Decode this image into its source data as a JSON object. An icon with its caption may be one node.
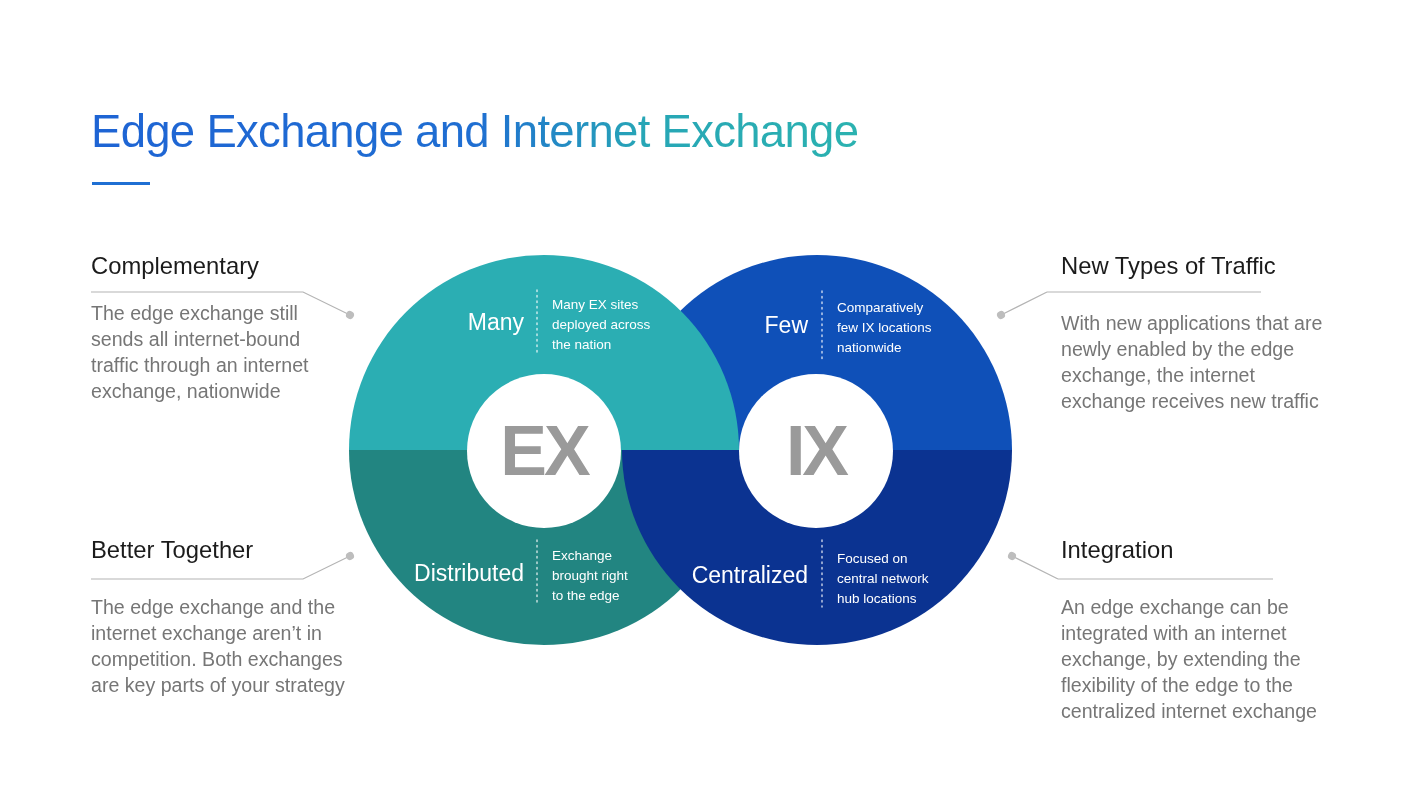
{
  "diagram": {
    "title": "Edge Exchange and Internet Exchange",
    "nodes": [
      {
        "text": [
          "Complementary",
          "The edge exchange still sends all internet-bound traffic through an internet exchange, nationwide"
        ]
      },
      {
        "text": [
          "Many",
          "Many EX sites deployed across the nation"
        ]
      },
      {
        "text": [
          "Few",
          "Comparatively few IX locations nationwide"
        ]
      },
      {
        "text": [
          "New Types of Traffic",
          "With new applications that are newly enabled by the edge exchange, the internet exchange receives new traffic"
        ]
      },
      {
        "text": [
          "EX"
        ]
      },
      {
        "text": [
          "IX"
        ]
      },
      {
        "text": [
          "Better Together",
          "The edge exchange and the internet exchange aren’t in competition. Both exchanges are key parts of your strategy"
        ]
      },
      {
        "text": [
          "Distributed",
          "Exchange brought right to the edge"
        ]
      },
      {
        "text": [
          "Centralized",
          "Focused on central network hub locations"
        ]
      },
      {
        "text": [
          "Integration",
          "An edge exchange can be integrated with an internet exchange, by extending the flexibility of the edge to the centralized internet exchange"
        ]
      }
    ],
    "edges": [
      {
        "from": 0,
        "to": 1,
        "arrow": "other"
      },
      {
        "from": 3,
        "to": 2,
        "arrow": "other"
      },
      {
        "from": 6,
        "to": 7,
        "arrow": "other"
      },
      {
        "from": 9,
        "to": 8,
        "arrow": "other"
      }
    ]
  }
}
